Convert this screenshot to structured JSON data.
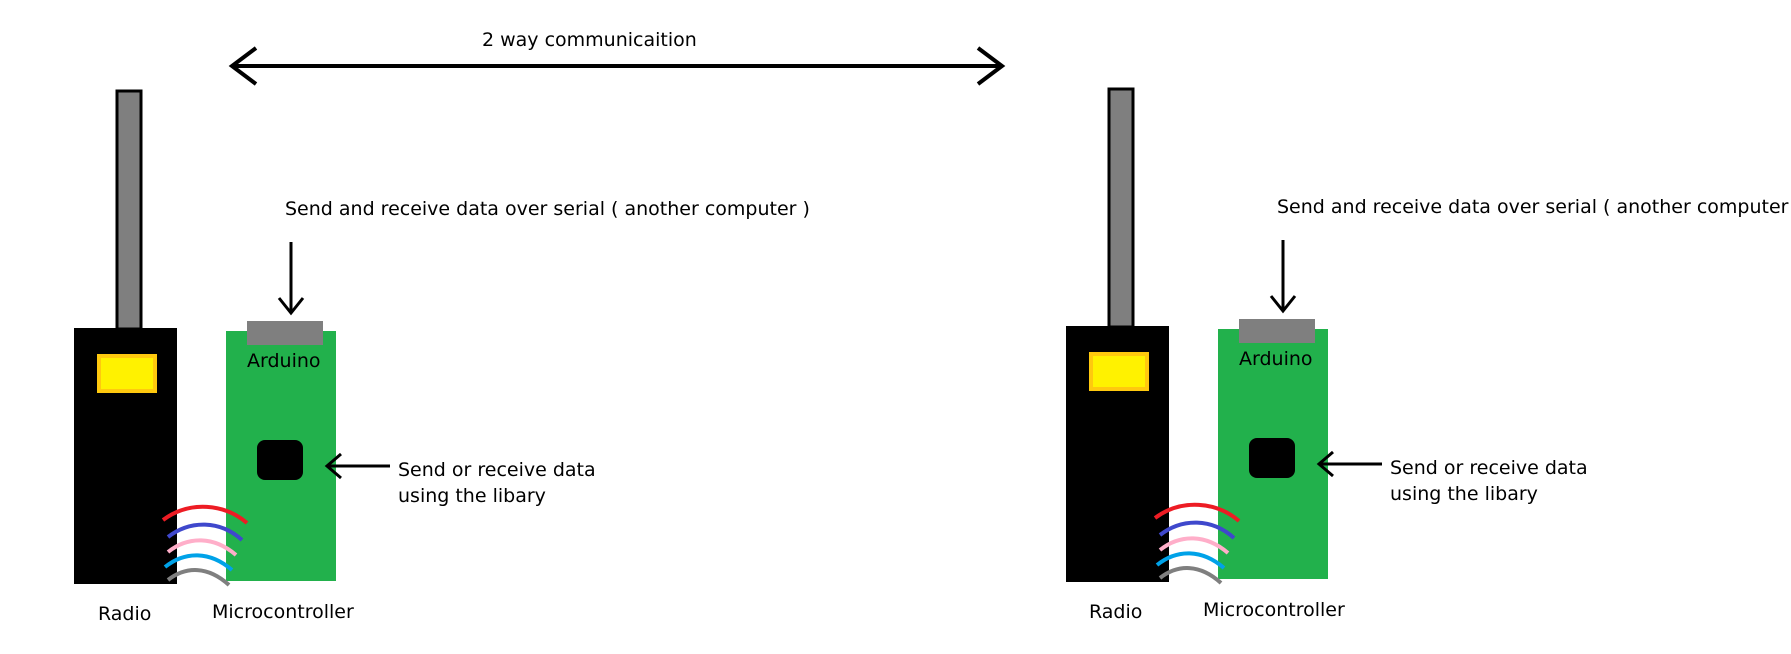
{
  "title": "2 way communicaition",
  "colors": {
    "radio_body": "#000000",
    "radio_antenna": "#7f7f7f",
    "radio_led": "#fff200",
    "radio_led_border": "#ffc90e",
    "arduino_board": "#22b14c",
    "arduino_port": "#7f7f7f",
    "arduino_chip": "#000000",
    "arrow": "#000000",
    "wires": [
      "#ed1c24",
      "#3f48cc",
      "#ffaec9",
      "#00a2e8",
      "#7f7f7f"
    ]
  },
  "nodes": [
    {
      "serial_label": "Send and receive data over serial ( another computer )",
      "arduino_label": "Arduino",
      "library_label_line1": "Send or receive data",
      "library_label_line2": "using the libary",
      "radio_caption": "Radio",
      "microcontroller_caption": "Microcontroller"
    },
    {
      "serial_label": "Send and receive data over serial ( another computer )",
      "arduino_label": "Arduino",
      "library_label_line1": "Send or receive data",
      "library_label_line2": "using the libary",
      "radio_caption": "Radio",
      "microcontroller_caption": "Microcontroller"
    }
  ]
}
